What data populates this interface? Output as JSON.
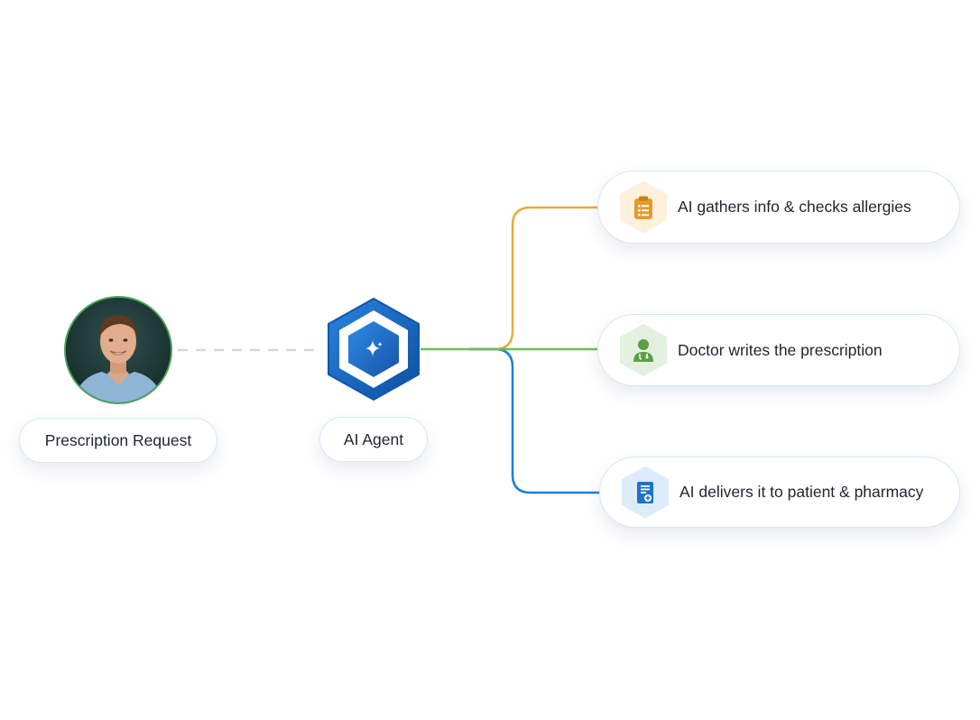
{
  "requester": {
    "label": "Prescription Request",
    "avatar_icon": "person-avatar"
  },
  "agent": {
    "label": "AI Agent",
    "icon": "sparkle-icon",
    "colors": {
      "outer": "#1565c0",
      "inner": "#1e6fd0"
    }
  },
  "steps": [
    {
      "label": "AI gathers info & checks allergies",
      "icon": "clipboard-icon",
      "color": "#e7aa3d",
      "badge_color": "#fdf0dc"
    },
    {
      "label": "Doctor writes the prescription",
      "icon": "doctor-icon",
      "color": "#75b85a",
      "badge_color": "#e3f0e0"
    },
    {
      "label": "AI delivers it to patient & pharmacy",
      "icon": "medical-document-icon",
      "color": "#1e80d0",
      "badge_color": "#dcecfa"
    }
  ]
}
